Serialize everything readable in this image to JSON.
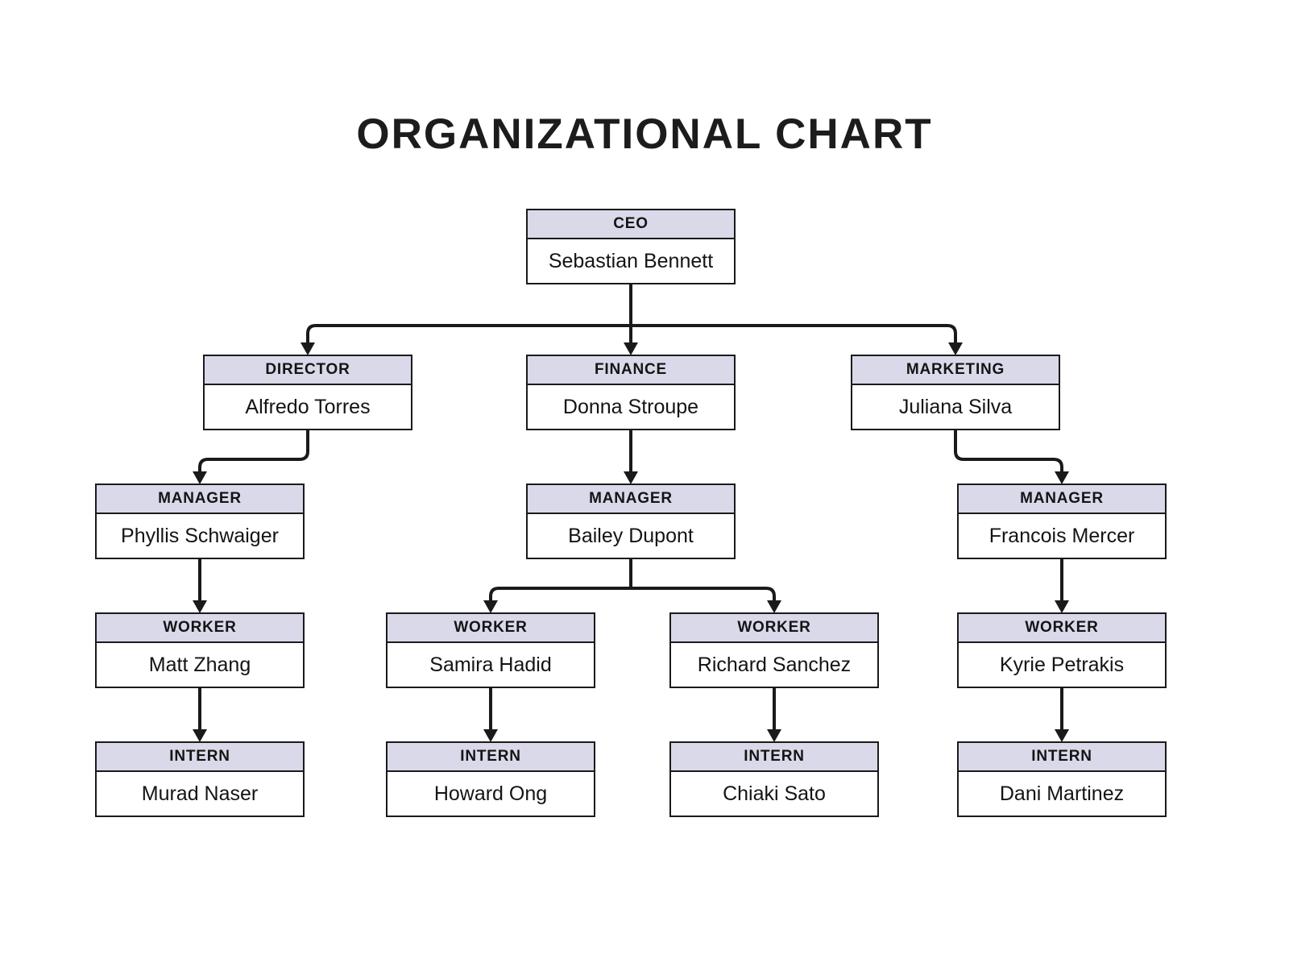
{
  "title": "ORGANIZATIONAL CHART",
  "colors": {
    "page_bg": "#ffffff",
    "box_bg": "#ffffff",
    "header_bg": "#d9d9ea",
    "border": "#1a1a1a",
    "line": "#1a1a1a",
    "text": "#141414"
  },
  "nodes": {
    "ceo": {
      "role": "CEO",
      "name": "Sebastian Bennett"
    },
    "director": {
      "role": "DIRECTOR",
      "name": "Alfredo Torres"
    },
    "finance": {
      "role": "FINANCE",
      "name": "Donna Stroupe"
    },
    "marketing": {
      "role": "MARKETING",
      "name": "Juliana Silva"
    },
    "manager_director": {
      "role": "MANAGER",
      "name": "Phyllis Schwaiger"
    },
    "manager_finance": {
      "role": "MANAGER",
      "name": "Bailey Dupont"
    },
    "manager_marketing": {
      "role": "MANAGER",
      "name": "Francois Mercer"
    },
    "worker_director": {
      "role": "WORKER",
      "name": "Matt Zhang"
    },
    "worker_finance_1": {
      "role": "WORKER",
      "name": "Samira Hadid"
    },
    "worker_finance_2": {
      "role": "WORKER",
      "name": "Richard Sanchez"
    },
    "worker_marketing": {
      "role": "WORKER",
      "name": "Kyrie Petrakis"
    },
    "intern_director": {
      "role": "INTERN",
      "name": "Murad Naser"
    },
    "intern_finance_1": {
      "role": "INTERN",
      "name": "Howard Ong"
    },
    "intern_finance_2": {
      "role": "INTERN",
      "name": "Chiaki Sato"
    },
    "intern_marketing": {
      "role": "INTERN",
      "name": "Dani Martinez"
    }
  },
  "edges": [
    {
      "from": "ceo",
      "to": "director"
    },
    {
      "from": "ceo",
      "to": "finance"
    },
    {
      "from": "ceo",
      "to": "marketing"
    },
    {
      "from": "director",
      "to": "manager_director"
    },
    {
      "from": "finance",
      "to": "manager_finance"
    },
    {
      "from": "marketing",
      "to": "manager_marketing"
    },
    {
      "from": "manager_director",
      "to": "worker_director"
    },
    {
      "from": "manager_finance",
      "to": "worker_finance_1"
    },
    {
      "from": "manager_finance",
      "to": "worker_finance_2"
    },
    {
      "from": "manager_marketing",
      "to": "worker_marketing"
    },
    {
      "from": "worker_director",
      "to": "intern_director"
    },
    {
      "from": "worker_finance_1",
      "to": "intern_finance_1"
    },
    {
      "from": "worker_finance_2",
      "to": "intern_finance_2"
    },
    {
      "from": "worker_marketing",
      "to": "intern_marketing"
    }
  ]
}
